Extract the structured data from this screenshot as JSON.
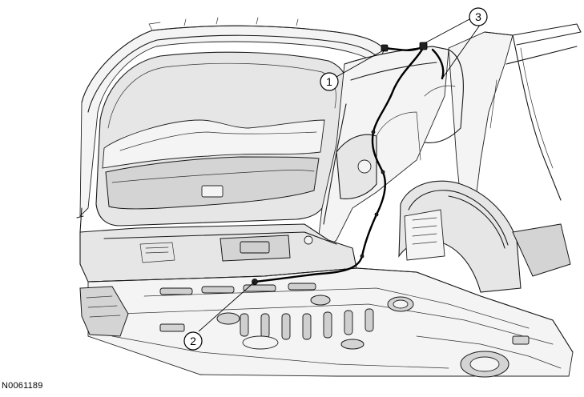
{
  "figure": {
    "id_label": "N0061189"
  },
  "callouts": [
    {
      "label": "1"
    },
    {
      "label": "2"
    },
    {
      "label": "3"
    }
  ]
}
